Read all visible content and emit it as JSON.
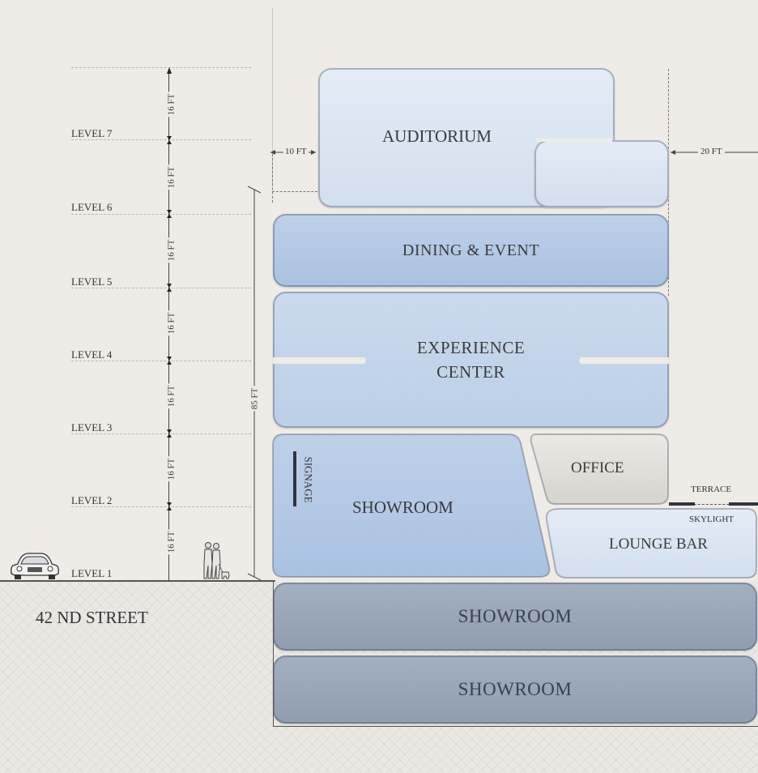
{
  "levels": [
    {
      "label": "LEVEL 7"
    },
    {
      "label": "LEVEL 6"
    },
    {
      "label": "LEVEL 5"
    },
    {
      "label": "LEVEL 4"
    },
    {
      "label": "LEVEL 3"
    },
    {
      "label": "LEVEL 2"
    },
    {
      "label": "LEVEL 1"
    }
  ],
  "floor_height_label": "16 FT",
  "total_height_label": "85 FT",
  "setback_left_label": "10 FT",
  "setback_right_label": "20 FT",
  "street_label": "42 ND STREET",
  "terrace_label": "TERRACE",
  "skylight_label": "SKYLIGHT",
  "signage_label": "SIGNAGE",
  "spaces": {
    "auditorium": "AUDITORIUM",
    "dining": "DINING & EVENT",
    "experience_line1": "EXPERIENCE",
    "experience_line2": "CENTER",
    "showroom_ground": "SHOWROOM",
    "office": "OFFICE",
    "lounge": "LOUNGE BAR",
    "basement1": "SHOWROOM",
    "basement2": "SHOWROOM"
  },
  "colors": {
    "light_volume": "#dbe5f2",
    "mid_volume": "#b3c9e5",
    "basement_volume": "#99a6b8",
    "office_volume": "#e2e0db",
    "background": "#efece7"
  },
  "icons": [
    "car-icon",
    "people-with-dog-icon"
  ]
}
